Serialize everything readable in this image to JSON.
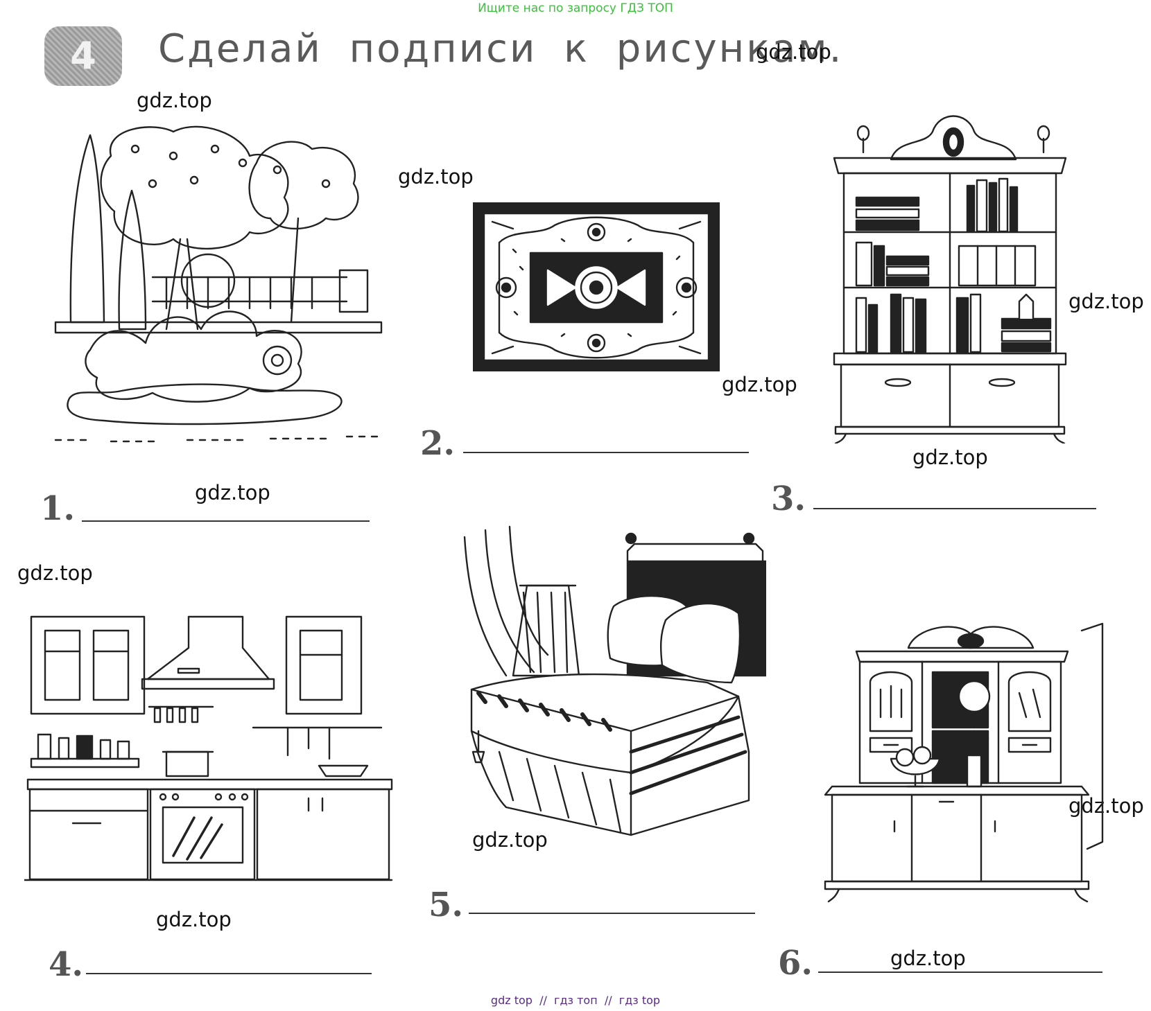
{
  "banner": "Ищите нас по запросу ГДЗ ТОП",
  "task": {
    "number": "4",
    "title": "Сделай подписи к рисункам."
  },
  "watermark": "gdz.top",
  "items": [
    {
      "number": "1."
    },
    {
      "number": "2."
    },
    {
      "number": "3."
    },
    {
      "number": "4."
    },
    {
      "number": "5."
    },
    {
      "number": "6."
    }
  ],
  "footer": "gdz top  //  гдз топ  //  гдз top"
}
